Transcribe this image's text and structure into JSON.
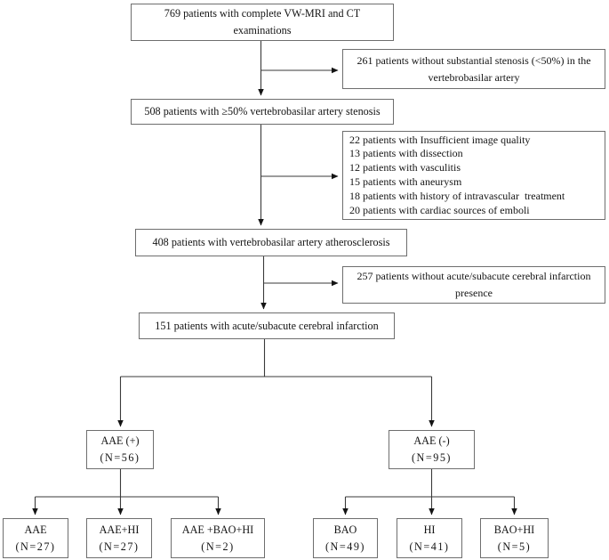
{
  "colors": {
    "background": "#ffffff",
    "border": "#6e6e6e",
    "line": "#3a3a3a",
    "text": "#141414"
  },
  "nodes": {
    "box769": {
      "lines": [
        "769 patients with complete VW-MRI and CT",
        "examinations"
      ]
    },
    "exc261": {
      "lines": [
        "261 patients without substantial stenosis (<50%) in the",
        "vertebrobasilar artery"
      ]
    },
    "box508": {
      "lines": [
        "508 patients with ≥50% vertebrobasilar artery stenosis"
      ]
    },
    "excMulti": {
      "lines": [
        "22 patients with Insufficient image quality",
        "13 patients with dissection",
        "12 patients with vasculitis",
        "15 patients with aneurysm",
        "18 patients with history of intravascular  treatment",
        "20 patients with cardiac sources of emboli"
      ]
    },
    "box408": {
      "lines": [
        "408 patients with vertebrobasilar artery atherosclerosis"
      ]
    },
    "exc257": {
      "lines": [
        "257 patients without acute/subacute cerebral infarction",
        "presence"
      ]
    },
    "box151": {
      "lines": [
        "151 patients with acute/subacute cerebral infarction"
      ]
    },
    "aaePos": {
      "lines": [
        "AAE (+)",
        "(N=56)"
      ]
    },
    "aaeNeg": {
      "lines": [
        "AAE (-)",
        "(N=95)"
      ]
    },
    "aae": {
      "lines": [
        "AAE",
        "(N=27)"
      ]
    },
    "aaeHi": {
      "lines": [
        "AAE+HI",
        "(N=27)"
      ]
    },
    "aaeBaoHi": {
      "lines": [
        "AAE +BAO+HI",
        "(N=2)"
      ]
    },
    "bao": {
      "lines": [
        "BAO",
        "(N=49)"
      ]
    },
    "hi": {
      "lines": [
        "HI",
        "(N=41)"
      ]
    },
    "baoHi": {
      "lines": [
        "BAO+HI",
        "(N=5)"
      ]
    }
  }
}
